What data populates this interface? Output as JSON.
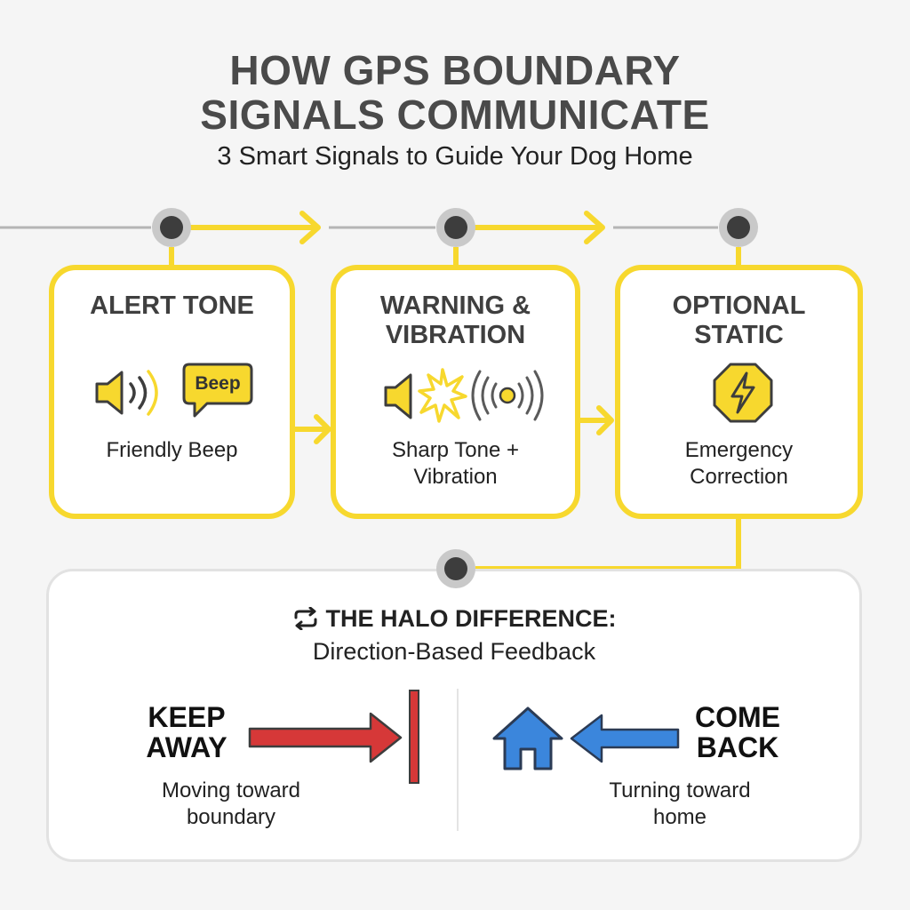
{
  "header": {
    "title_line1": "HOW GPS BOUNDARY",
    "title_line2": "SIGNALS COMMUNICATE",
    "subtitle": "3 Smart Signals to Guide Your Dog Home"
  },
  "steps": [
    {
      "title_line1": "ALERT TONE",
      "title_line2": "",
      "icons": [
        "speaker-icon",
        "sound-waves-icon",
        "speech-bubble-icon"
      ],
      "badge": "Beep",
      "caption_line1": "Friendly Beep",
      "caption_line2": ""
    },
    {
      "title_line1": "WARNING &",
      "title_line2": "VIBRATION",
      "icons": [
        "speaker-icon",
        "burst-icon",
        "vibration-icon"
      ],
      "caption_line1": "Sharp Tone +",
      "caption_line2": "Vibration"
    },
    {
      "title_line1": "OPTIONAL",
      "title_line2": "STATIC",
      "icons": [
        "lightning-octagon-icon"
      ],
      "caption_line1": "Emergency",
      "caption_line2": "Correction"
    }
  ],
  "halo": {
    "heading": "THE HALO DIFFERENCE:",
    "subheading": "Direction-Based Feedback",
    "icon": "repeat-arrows-icon",
    "left": {
      "label_line1": "KEEP",
      "label_line2": "AWAY",
      "caption_line1": "Moving toward",
      "caption_line2": "boundary",
      "icon": "red-arrow-to-boundary-icon"
    },
    "right": {
      "label_line1": "COME",
      "label_line2": "BACK",
      "caption_line1": "Turning toward",
      "caption_line2": "home",
      "icon": "house-icon"
    }
  },
  "colors": {
    "accent_yellow": "#f7d82e",
    "node_dark": "#3d3d3d",
    "line_gray": "#b5b5b5",
    "keep_away_red": "#d63838",
    "come_back_blue": "#3b86dc"
  }
}
